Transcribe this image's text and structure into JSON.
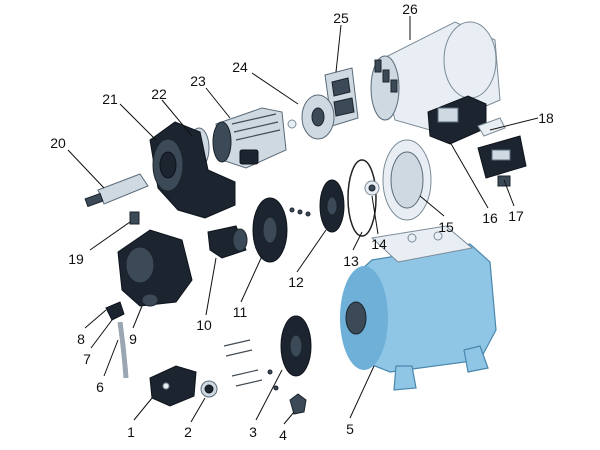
{
  "diagram": {
    "labels": [
      "1",
      "2",
      "3",
      "4",
      "5",
      "6",
      "7",
      "8",
      "9",
      "10",
      "11",
      "12",
      "13",
      "14",
      "15",
      "16",
      "17",
      "18",
      "19",
      "20",
      "21",
      "22",
      "23",
      "24",
      "25",
      "26"
    ]
  },
  "colors": {
    "dark_part": "#1c2430",
    "tank_blue": "#8fc6e6",
    "motor_grey": "#cfd9e2"
  }
}
